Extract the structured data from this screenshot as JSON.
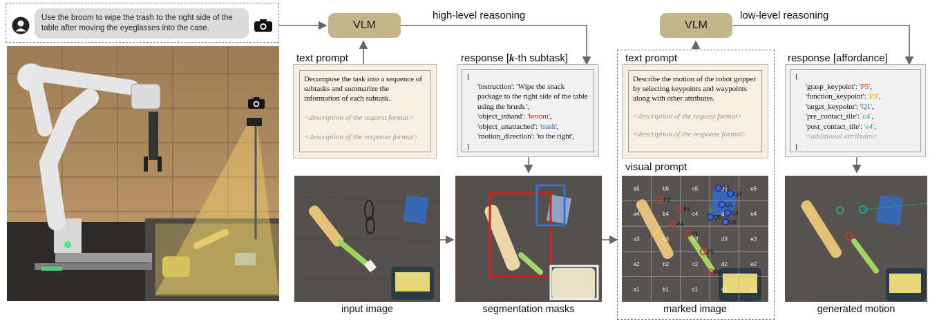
{
  "task": {
    "instruction": "Use the broom to wipe the trash to the right side of the table after moving the eyeglasses into the case."
  },
  "labels": {
    "vlm1": "VLM",
    "vlm2": "VLM",
    "high_level": "high-level reasoning",
    "low_level": "low-level reasoning",
    "text_prompt_1": "text prompt",
    "text_prompt_2": "text prompt",
    "response_subtask_pre": "response [",
    "response_subtask_k": "k",
    "response_subtask_post": "-th subtask]",
    "response_affordance": "response [affordance]",
    "visual_prompt": "visual prompt"
  },
  "prompt1": {
    "text": "Decompose the task into a sequence of subtasks and summarize the information of each subtask.",
    "req": "<description of the request format>",
    "resp": "<description of the response format>"
  },
  "prompt2": {
    "text": "Describe the motion of the robot gripper by selecting keypoints and waypoints along with other attributes.",
    "req": "<description of the request format>",
    "resp": "<description of the response format>"
  },
  "subtask": {
    "open": "{",
    "instruction_key": "'instruction':",
    "instruction_val": "'Wipe the snack package to the right side of the table using the brush.',",
    "inhand_key": "'object_inhand':",
    "inhand_val": "'broom'",
    "unattached_key": "'object_unattached':",
    "unattached_val": "'trash'",
    "direction_key": "'motion_direction':",
    "direction_val": "'to the right',",
    "close": "}",
    "comma": ","
  },
  "affordance": {
    "open": "{",
    "grasp_key": "'grasp_keypoint':",
    "grasp_val": "'P5'",
    "function_key": "'function_keypoint':",
    "function_val": "'P3'",
    "target_key": "'target_keypoint':",
    "target_val": "'Q1'",
    "pre_key": "'pre_contact_tile':",
    "pre_val": "'c4'",
    "post_key": "'post_contact_tile':",
    "post_val": "'e4'",
    "additional": "<additional attributes>",
    "close": "}",
    "comma": ","
  },
  "captions": {
    "input": "input image",
    "segmentation": "segmentation masks",
    "marked": "marked image",
    "generated": "generated motion"
  },
  "grid": {
    "rows": [
      [
        "a5",
        "b5",
        "c5",
        "d5",
        "e5"
      ],
      [
        "a4",
        "b4",
        "c4",
        "d4",
        "e4"
      ],
      [
        "a3",
        "b3",
        "c3",
        "d3",
        "e3"
      ],
      [
        "a2",
        "b2",
        "c2",
        "d2",
        "e2"
      ],
      [
        "a1",
        "b1",
        "c1",
        "d1",
        "e1"
      ]
    ],
    "p_points": [
      "P2",
      "P3",
      "P4",
      "P1",
      "P5",
      "P6"
    ],
    "q_points": [
      "Q2",
      "Q3",
      "Q1",
      "Q4",
      "Q5",
      "Q6"
    ]
  },
  "colors": {
    "vlm": "#c4b68a",
    "prompt_bg": "#f7efe1",
    "response_bg": "#f1f1f1",
    "mask_red": "#d21f1f",
    "mask_blue": "#3b6fd6",
    "mask_white": "#f4f4f4"
  }
}
